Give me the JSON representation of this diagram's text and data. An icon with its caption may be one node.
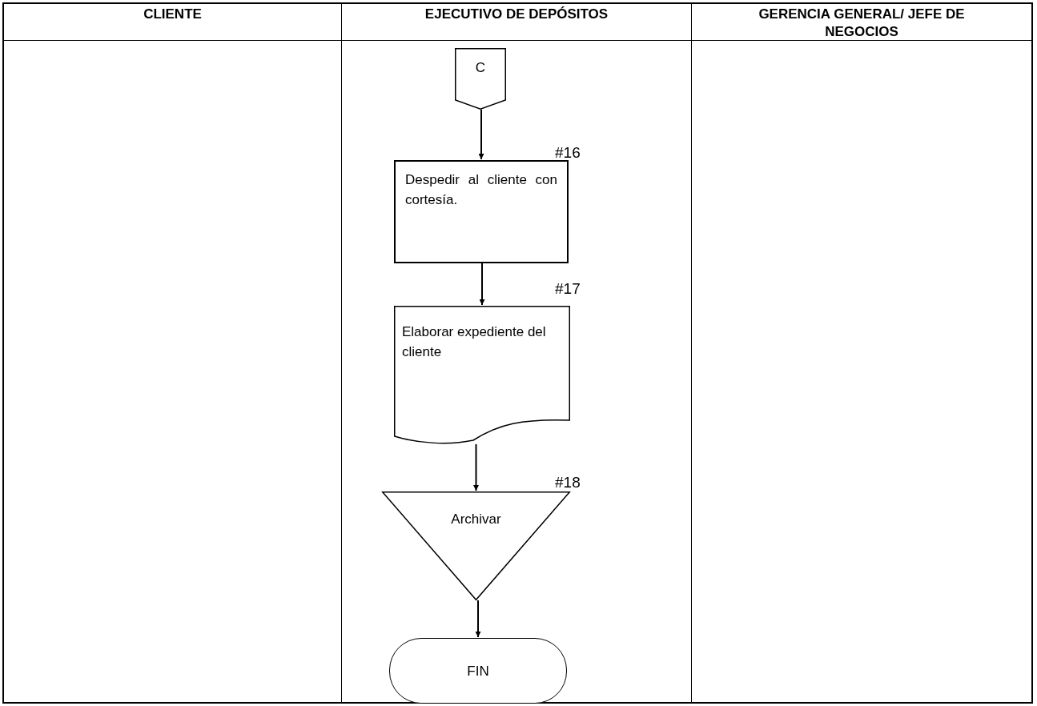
{
  "diagram": {
    "nodes": [
      {
        "text": [
          "CLIENTE"
        ]
      },
      {
        "text": [
          "EJECUTIVO DE DEPÓSITOS"
        ]
      },
      {
        "text": [
          "GERENCIA GENERAL/ JEFE DE NEGOCIOS"
        ]
      },
      {
        "text": [
          "C"
        ],
        "in": 1
      },
      {
        "text": [
          "Despedir al cliente con cortesía."
        ],
        "in": 1,
        "beside": [
          "#16"
        ]
      },
      {
        "text": [
          "Elaborar expediente del cliente"
        ],
        "in": 1,
        "beside": [
          "#17"
        ]
      },
      {
        "text": [
          "Archivar"
        ],
        "in": 1,
        "beside": [
          "#18"
        ]
      },
      {
        "text": [
          "FIN"
        ],
        "in": 1
      }
    ],
    "edges": [
      {
        "from": 3,
        "to": 4,
        "arrow": "to"
      },
      {
        "from": 4,
        "to": 5,
        "arrow": "to"
      },
      {
        "from": 5,
        "to": 6,
        "arrow": "to"
      },
      {
        "from": 6,
        "to": 7,
        "arrow": "to"
      }
    ]
  }
}
